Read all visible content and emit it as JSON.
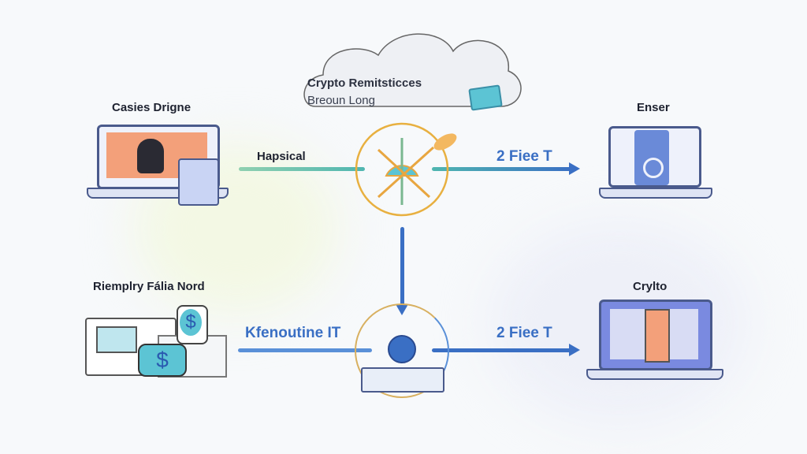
{
  "cloud": {
    "title": "Crypto Remitsticces",
    "subtitle": "Breoun Long"
  },
  "nodes": {
    "top_left": "Casies Drigne",
    "top_right": "Enser",
    "bottom_left": "Riemplry Fália Nord",
    "bottom_right": "Crylto"
  },
  "edges": {
    "top_left_to_hub": "Hapsical",
    "top_hub_to_right": "2 Fiee T",
    "bottom_left_to_hub": "Kfenoutine IT",
    "bottom_hub_to_right": "2 Fiee T"
  },
  "colors": {
    "accent": "#3a6fc4",
    "teal": "#4fb6b0",
    "orange": "#e8a640"
  }
}
